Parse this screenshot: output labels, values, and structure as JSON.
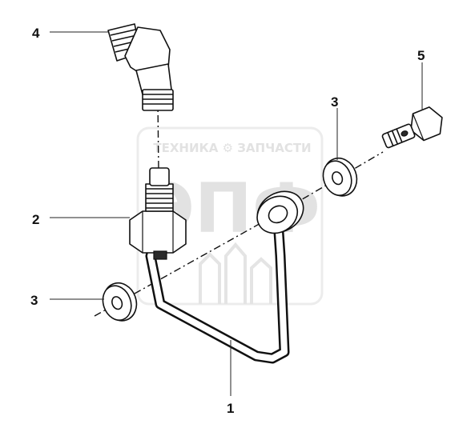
{
  "watermark": {
    "text": "ТЕХНИКА ⚙ ЗАПЧАСТИ",
    "logo": "ЭПФ"
  },
  "callouts": [
    {
      "id": "part-1",
      "label": "1"
    },
    {
      "id": "part-2",
      "label": "2"
    },
    {
      "id": "part-3-right",
      "label": "3"
    },
    {
      "id": "part-3-left",
      "label": "3"
    },
    {
      "id": "part-4",
      "label": "4"
    },
    {
      "id": "part-5",
      "label": "5"
    }
  ]
}
